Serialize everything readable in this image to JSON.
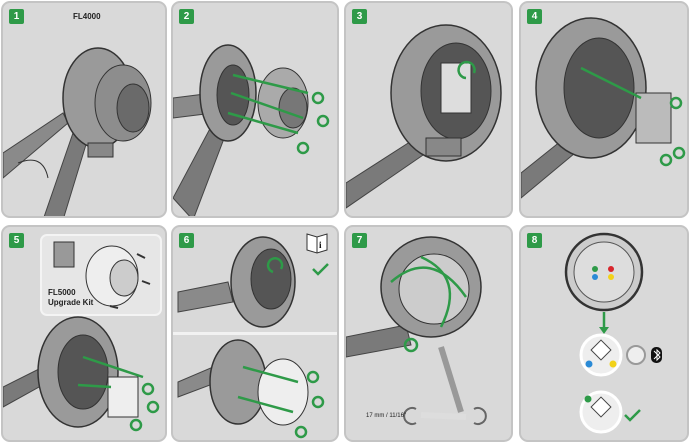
{
  "steps": [
    {
      "number": "1",
      "label": "FL4000"
    },
    {
      "number": "2"
    },
    {
      "number": "3"
    },
    {
      "number": "4"
    },
    {
      "number": "5",
      "kit_label_line1": "FL5000",
      "kit_label_line2": "Upgrade Kit"
    },
    {
      "number": "6"
    },
    {
      "number": "7",
      "wrench_size": "17 mm / 11/16\""
    },
    {
      "number": "8"
    }
  ],
  "colors": {
    "accent": "#2e9a48",
    "panel": "#d9d9d9",
    "led_blue": "#2a8ad6",
    "led_yellow": "#f2d21a",
    "led_green": "#2e9a48",
    "led_red": "#d8262c"
  }
}
